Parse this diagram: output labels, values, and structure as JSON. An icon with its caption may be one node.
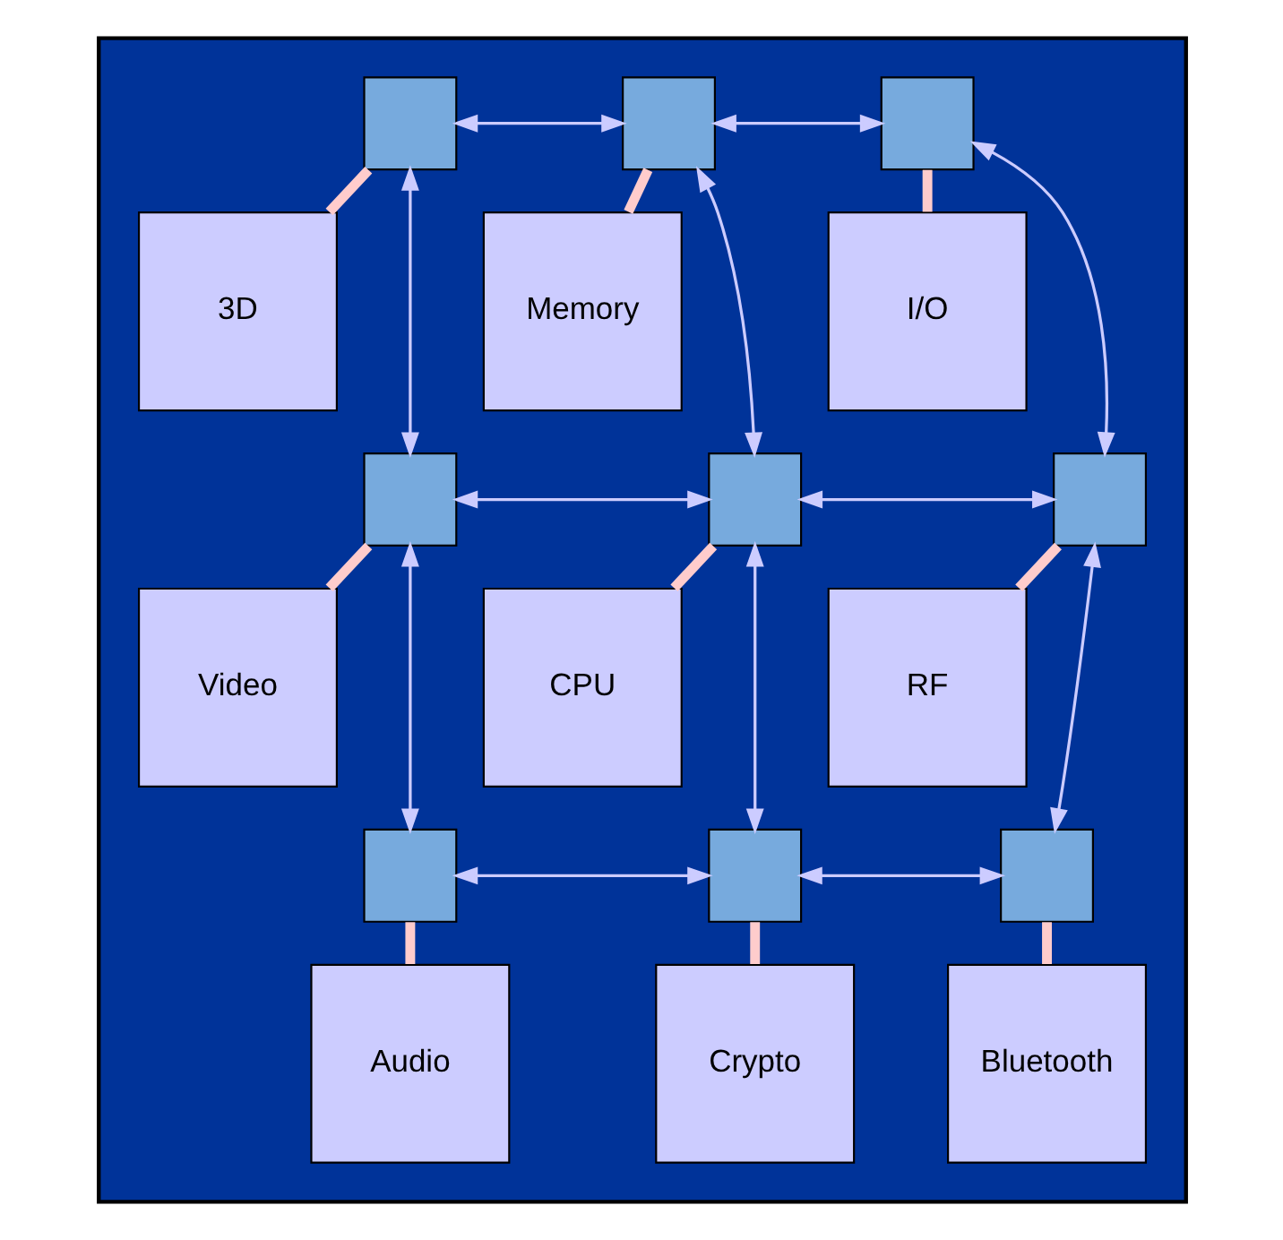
{
  "diagram": {
    "nodes": [
      {
        "text": [],
        "shape": "box"
      },
      {
        "text": [],
        "shape": "box",
        "in": 0
      },
      {
        "text": [
          "3D"
        ],
        "in": 0
      },
      {
        "text": [],
        "shape": "box",
        "in": 0
      },
      {
        "text": [
          "Memory"
        ],
        "in": 0
      },
      {
        "text": [],
        "shape": "box",
        "in": 0
      },
      {
        "text": [
          "I/O"
        ],
        "in": 0
      },
      {
        "text": [],
        "shape": "box",
        "in": 0
      },
      {
        "text": [
          "Video"
        ],
        "in": 0
      },
      {
        "text": [],
        "shape": "box",
        "in": 0
      },
      {
        "text": [
          "CPU"
        ],
        "in": 0
      },
      {
        "text": [],
        "shape": "box",
        "in": 0
      },
      {
        "text": [
          "RF"
        ],
        "in": 0
      },
      {
        "text": [],
        "shape": "box",
        "in": 0
      },
      {
        "text": [
          "Audio"
        ],
        "in": 0
      },
      {
        "text": [],
        "shape": "box",
        "in": 0
      },
      {
        "text": [
          "Crypto"
        ],
        "in": 0
      },
      {
        "text": [],
        "shape": "box",
        "in": 0
      },
      {
        "text": [
          "Bluetooth"
        ],
        "in": 0
      }
    ],
    "edges": [
      {
        "from": 1,
        "to": 2,
        "arrow": "none",
        "style": "thick",
        "color": "#ffcccc"
      },
      {
        "from": 3,
        "to": 4,
        "arrow": "none",
        "style": "thick",
        "color": "#ffcccc"
      },
      {
        "from": 5,
        "to": 6,
        "arrow": "none",
        "style": "thick",
        "color": "#ffcccc"
      },
      {
        "from": 7,
        "to": 8,
        "arrow": "none",
        "style": "thick",
        "color": "#ffcccc"
      },
      {
        "from": 9,
        "to": 10,
        "arrow": "none",
        "style": "thick",
        "color": "#ffcccc"
      },
      {
        "from": 11,
        "to": 12,
        "arrow": "none",
        "style": "thick",
        "color": "#ffcccc"
      },
      {
        "from": 13,
        "to": 14,
        "arrow": "none",
        "style": "thick",
        "color": "#ffcccc"
      },
      {
        "from": 15,
        "to": 16,
        "arrow": "none",
        "style": "thick",
        "color": "#ffcccc"
      },
      {
        "from": 17,
        "to": 18,
        "arrow": "none",
        "style": "thick",
        "color": "#ffcccc"
      },
      {
        "from": 1,
        "to": 3,
        "arrow": "both"
      },
      {
        "from": 3,
        "to": 5,
        "arrow": "both"
      },
      {
        "from": 7,
        "to": 9,
        "arrow": "both"
      },
      {
        "from": 9,
        "to": 11,
        "arrow": "both"
      },
      {
        "from": 13,
        "to": 15,
        "arrow": "both"
      },
      {
        "from": 15,
        "to": 17,
        "arrow": "both"
      },
      {
        "from": 1,
        "to": 7,
        "arrow": "both"
      },
      {
        "from": 7,
        "to": 13,
        "arrow": "both"
      },
      {
        "from": 3,
        "to": 9,
        "arrow": "both"
      },
      {
        "from": 9,
        "to": 15,
        "arrow": "both"
      },
      {
        "from": 5,
        "to": 11,
        "arrow": "both"
      },
      {
        "from": 11,
        "to": 17,
        "arrow": "both"
      }
    ]
  }
}
